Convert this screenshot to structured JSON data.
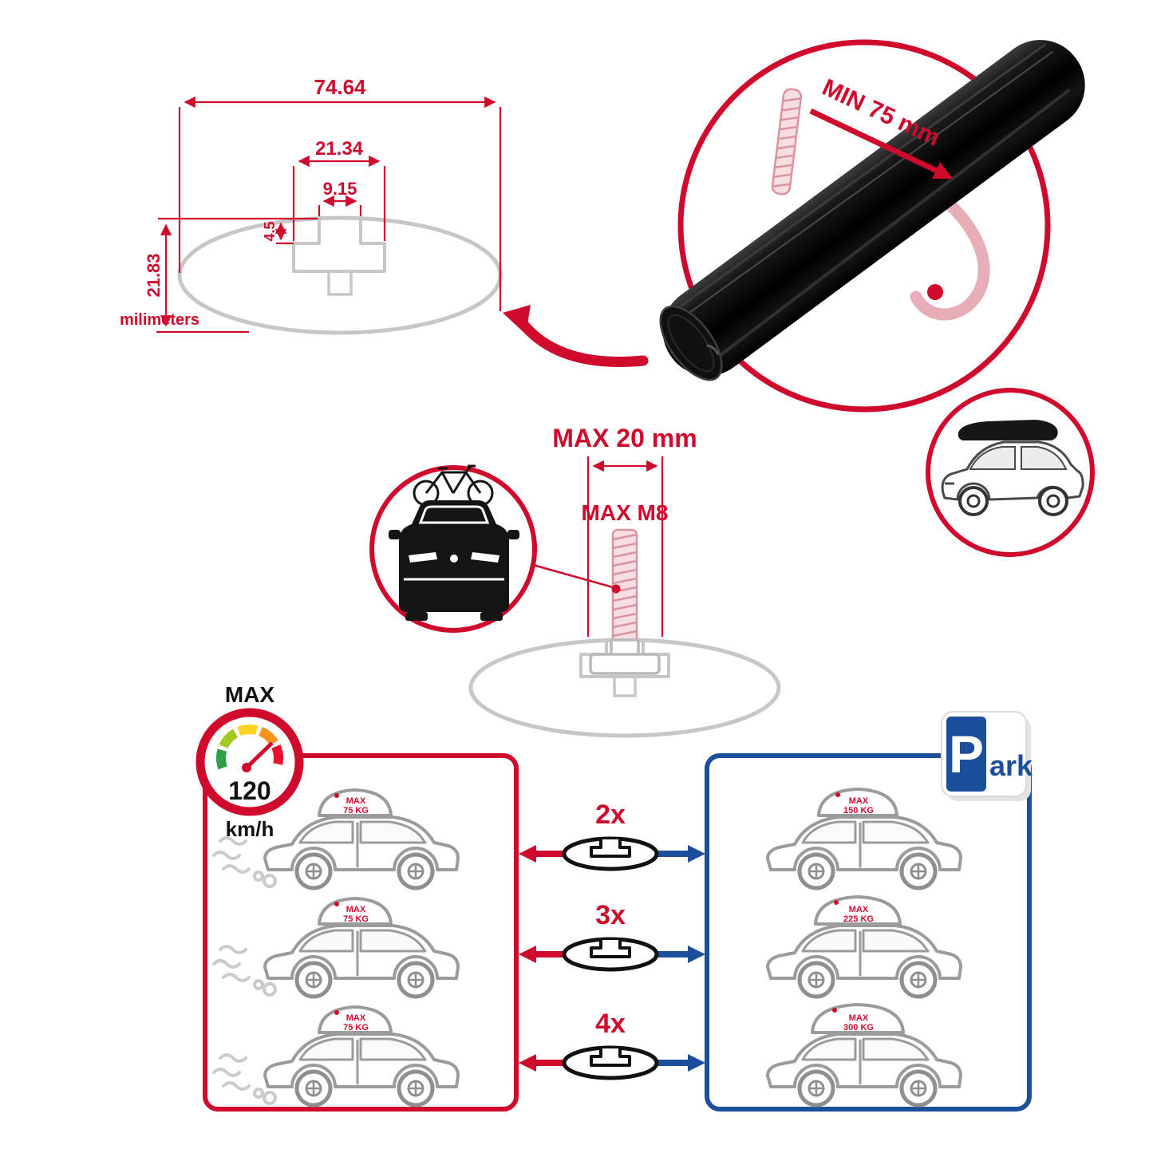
{
  "colors": {
    "red": "#cf0a2c",
    "blue": "#1b4f9b",
    "pink": "#e7aeb7",
    "profile_gray": "#c7c7c7",
    "car_gray": "#9b9b9b",
    "black": "#111111"
  },
  "profile_dims": {
    "total_width": "74.64",
    "slot_outer_width": "21.34",
    "slot_opening_width": "9.15",
    "slot_depth": "4.5",
    "total_height": "21.83",
    "unit_label": "milimeters"
  },
  "bar_detail": {
    "min_clearance_label": "MIN 75 mm"
  },
  "bolt_detail": {
    "max_length_label": "MAX 20 mm",
    "max_thread_label": "MAX M8"
  },
  "speedometer": {
    "title": "MAX",
    "value": "120",
    "unit": "km/h"
  },
  "park_sign": {
    "letter": "P",
    "suffix": "ark"
  },
  "bar_counts": [
    {
      "label": "2x"
    },
    {
      "label": "3x"
    },
    {
      "label": "4x"
    }
  ],
  "driving_panel": {
    "cars": [
      {
        "max_label": "MAX",
        "load": "75 KG"
      },
      {
        "max_label": "MAX",
        "load": "75 KG"
      },
      {
        "max_label": "MAX",
        "load": "75 KG"
      }
    ]
  },
  "parked_panel": {
    "cars": [
      {
        "max_label": "MAX",
        "load": "150 KG"
      },
      {
        "max_label": "MAX",
        "load": "225 KG"
      },
      {
        "max_label": "MAX",
        "load": "300 KG"
      }
    ]
  },
  "icons": {
    "speedometer": "gauge-icon",
    "parking": "parking-sign-icon",
    "crossbar": "crossbar-profile-icon",
    "bike_car": "car-with-bike-icon",
    "roofbox_car": "suv-with-roofbox-icon",
    "arrows": "left-right-arrow-icons"
  }
}
